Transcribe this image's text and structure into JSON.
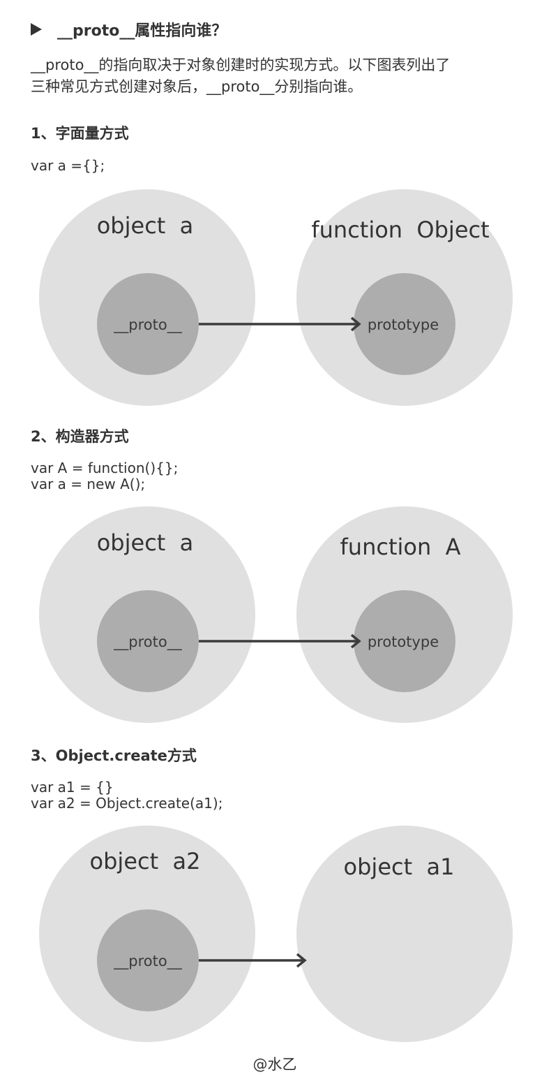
{
  "title": "__proto__属性指向谁？",
  "intro": [
    "__proto__的指向取决于对象创建时的实现方式。以下图表列出了",
    "三种常见方式创建对象后，__proto__分别指向谁。"
  ],
  "sections": [
    {
      "heading": "1、字面量方式",
      "code": [
        "var a ={};"
      ],
      "diagram": {
        "left_label": "object  a",
        "inner_label": "__proto__",
        "right_label": "function  Object",
        "target_label": "prototype"
      }
    },
    {
      "heading": "2、构造器方式",
      "code": [
        "var A = function(){};",
        "var a = new A();"
      ],
      "diagram": {
        "left_label": "object  a",
        "inner_label": "__proto__",
        "right_label": "function  A",
        "target_label": "prototype"
      }
    },
    {
      "heading": "3、Object.create方式",
      "code": [
        "var a1 = {}",
        "var a2 = Object.create(a1);"
      ],
      "diagram": {
        "left_label": "object  a2",
        "inner_label": "__proto__",
        "right_label": "object  a1",
        "target_label": ""
      }
    }
  ],
  "footer": "@水乙",
  "colors": {
    "outer_circle": "#e0e0e0",
    "inner_circle": "#adadad",
    "arrow": "#3c3c3c",
    "text": "#333333"
  }
}
